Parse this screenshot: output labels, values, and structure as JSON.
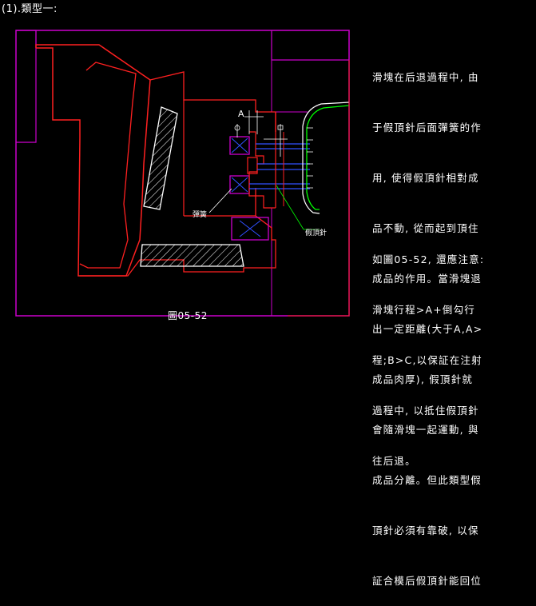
{
  "heading": "(1).類型一:",
  "description": {
    "lines": [
      "滑塊在后退過程中, 由",
      "于假頂針后面彈簧的作",
      "用, 使得假頂針相對成",
      "品不動, 從而起到頂住",
      "成品的作用。當滑塊退",
      "出一定距離(大于A,A>",
      "成品肉厚), 假頂針就",
      "會隨滑塊一起運動, 與",
      "成品分離。但此類型假",
      "頂針必須有靠破, 以保",
      "証合模后假頂針能回位"
    ],
    "note_lines": [
      "如圖05-52, 還應注意:",
      "滑塊行程>A+倒勾行",
      "程;B>C,以保証在注射",
      "過程中, 以抵住假頂針",
      "往后退。"
    ]
  },
  "drawing": {
    "label_a": "A",
    "label_spring": "彈簧",
    "label_pin": "假頂針",
    "caption": "圖05-52"
  },
  "colors": {
    "background": "#000000",
    "outline_magenta": "#cc00cc",
    "part_red": "#ff2020",
    "hatch_white": "#ffffff",
    "pin_blue": "#3050ff",
    "green_leader": "#00ff00",
    "cyan_dim": "#00e0e0",
    "yellow_arrow": "#ffff00",
    "text": "#ffffff"
  }
}
